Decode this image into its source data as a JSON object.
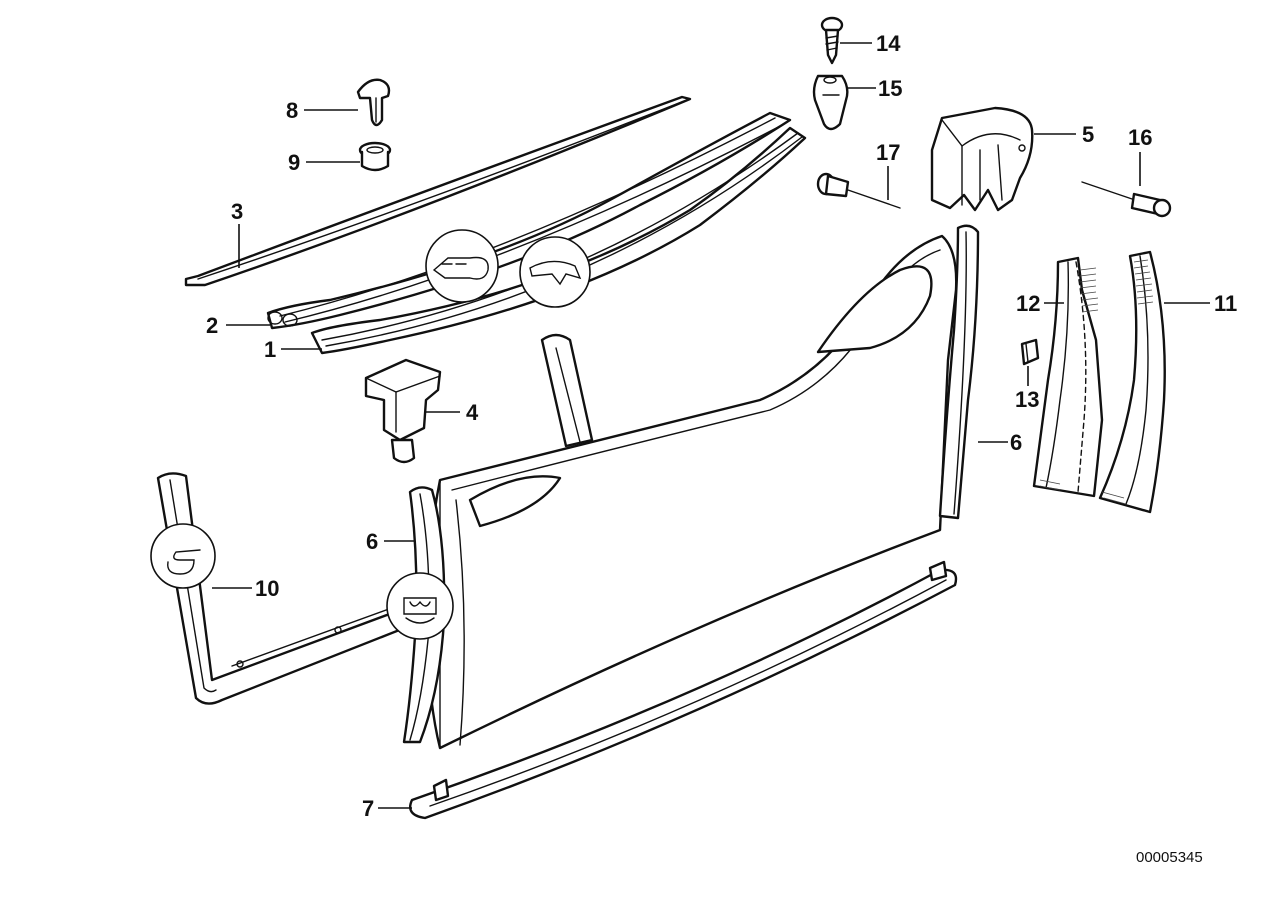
{
  "diagram": {
    "callouts": [
      {
        "id": "c1",
        "label": "1"
      },
      {
        "id": "c2",
        "label": "2"
      },
      {
        "id": "c3",
        "label": "3"
      },
      {
        "id": "c4",
        "label": "4"
      },
      {
        "id": "c5",
        "label": "5"
      },
      {
        "id": "c6a",
        "label": "6"
      },
      {
        "id": "c6b",
        "label": "6"
      },
      {
        "id": "c7",
        "label": "7"
      },
      {
        "id": "c8",
        "label": "8"
      },
      {
        "id": "c9",
        "label": "9"
      },
      {
        "id": "c10",
        "label": "10"
      },
      {
        "id": "c11",
        "label": "11"
      },
      {
        "id": "c12",
        "label": "12"
      },
      {
        "id": "c13",
        "label": "13"
      },
      {
        "id": "c14",
        "label": "14"
      },
      {
        "id": "c15",
        "label": "15"
      },
      {
        "id": "c16",
        "label": "16"
      },
      {
        "id": "c17",
        "label": "17"
      }
    ],
    "document_number": "00005345"
  }
}
